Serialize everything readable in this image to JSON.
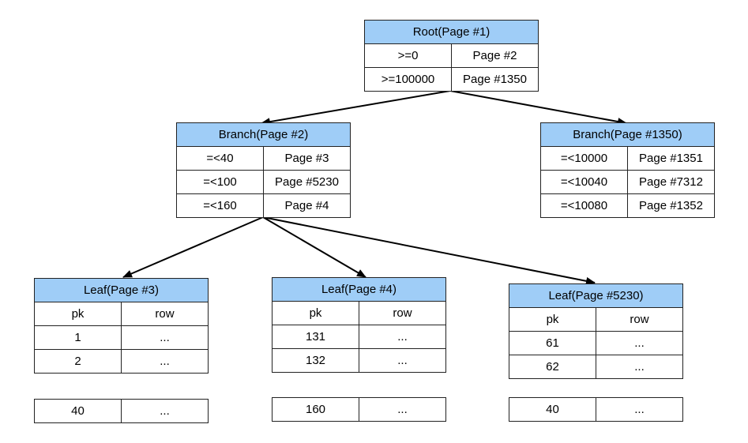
{
  "root": {
    "title": "Root(Page #1)",
    "rows": [
      {
        "key": ">=0",
        "page": "Page #2"
      },
      {
        "key": ">=100000",
        "page": "Page #1350"
      }
    ]
  },
  "branch_left": {
    "title": "Branch(Page #2)",
    "rows": [
      {
        "key": "=<40",
        "page": "Page #3"
      },
      {
        "key": "=<100",
        "page": "Page #5230"
      },
      {
        "key": "=<160",
        "page": "Page #4"
      }
    ]
  },
  "branch_right": {
    "title": "Branch(Page #1350)",
    "rows": [
      {
        "key": "=<10000",
        "page": "Page #1351"
      },
      {
        "key": "=<10040",
        "page": "Page #7312"
      },
      {
        "key": "=<10080",
        "page": "Page #1352"
      }
    ]
  },
  "leaf_a": {
    "title": "Leaf(Page #3)",
    "columns": [
      "pk",
      "row"
    ],
    "rows": [
      [
        "1",
        "..."
      ],
      [
        "2",
        "..."
      ]
    ],
    "last": [
      "40",
      "..."
    ]
  },
  "leaf_b": {
    "title": "Leaf(Page #4)",
    "columns": [
      "pk",
      "row"
    ],
    "rows": [
      [
        "131",
        "..."
      ],
      [
        "132",
        "..."
      ]
    ],
    "last": [
      "160",
      "..."
    ]
  },
  "leaf_c": {
    "title": "Leaf(Page #5230)",
    "columns": [
      "pk",
      "row"
    ],
    "rows": [
      [
        "61",
        "..."
      ],
      [
        "62",
        "..."
      ]
    ],
    "last": [
      "40",
      "..."
    ]
  }
}
